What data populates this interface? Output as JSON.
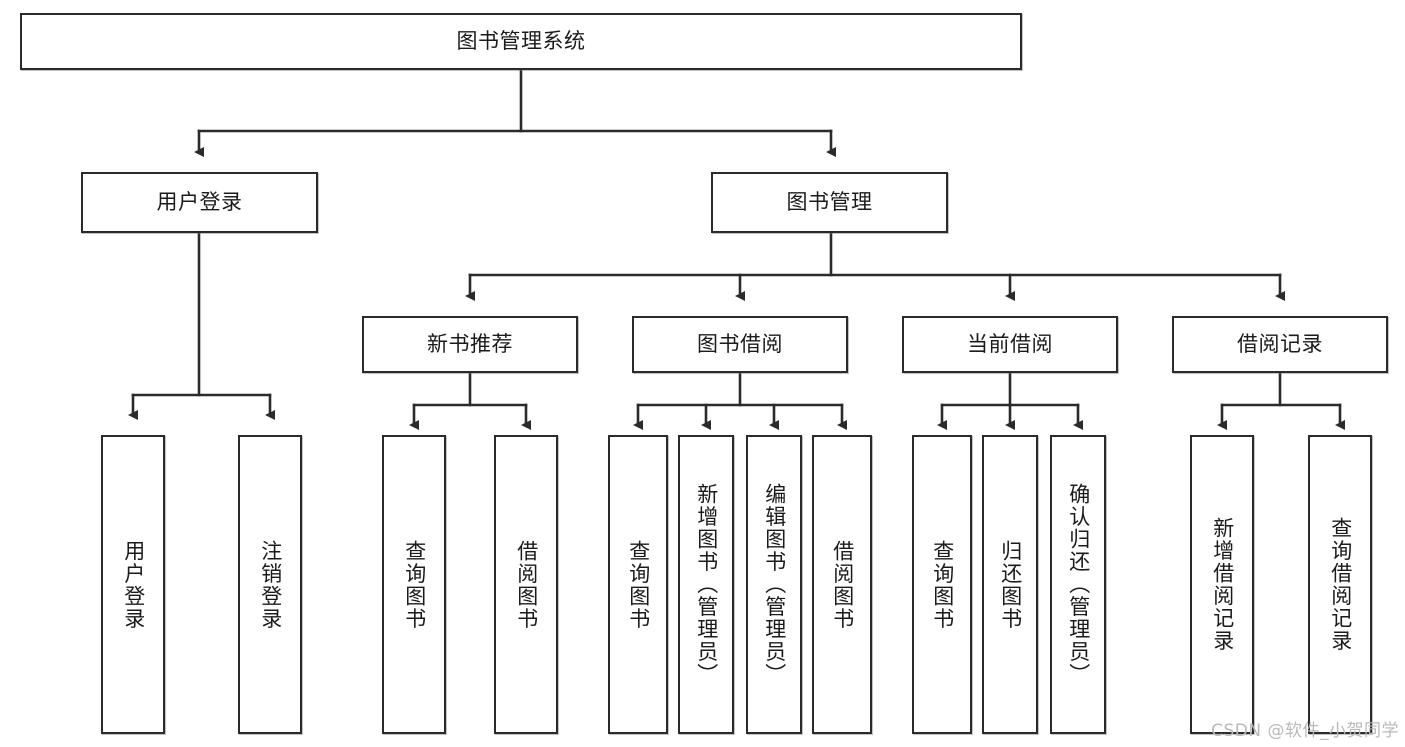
{
  "diagram": {
    "title": "图书管理系统",
    "type": "tree",
    "watermark": "CSDN @软件_小贺同学",
    "colors": {
      "stroke": "#2b2b2b",
      "fill": "#ffffff",
      "text": "#1b1b1b",
      "watermark": "#b9b9b9"
    },
    "nodes": {
      "root": {
        "label": "图书管理系统",
        "orientation": "horizontal"
      },
      "level1": [
        {
          "id": "user-login",
          "label": "用户登录",
          "orientation": "horizontal"
        },
        {
          "id": "book-manage",
          "label": "图书管理",
          "orientation": "horizontal"
        }
      ],
      "level2": [
        {
          "id": "new-book-recommend",
          "label": "新书推荐",
          "orientation": "horizontal"
        },
        {
          "id": "book-borrow",
          "label": "图书借阅",
          "orientation": "horizontal"
        },
        {
          "id": "current-borrow",
          "label": "当前借阅",
          "orientation": "horizontal"
        },
        {
          "id": "borrow-record",
          "label": "借阅记录",
          "orientation": "horizontal"
        }
      ],
      "leaves": {
        "user-login": [
          {
            "id": "leaf-user-login",
            "label": "用户登录",
            "orientation": "vertical"
          },
          {
            "id": "leaf-logout",
            "label": "注销登录",
            "orientation": "vertical"
          }
        ],
        "new-book-recommend": [
          {
            "id": "leaf-query-book-1",
            "label": "查询图书",
            "orientation": "vertical"
          },
          {
            "id": "leaf-borrow-book-1",
            "label": "借阅图书",
            "orientation": "vertical"
          }
        ],
        "book-borrow": [
          {
            "id": "leaf-query-book-2",
            "label": "查询图书",
            "orientation": "vertical"
          },
          {
            "id": "leaf-add-book",
            "label": "新增图书（管理员）",
            "orientation": "vertical"
          },
          {
            "id": "leaf-edit-book",
            "label": "编辑图书（管理员）",
            "orientation": "vertical"
          },
          {
            "id": "leaf-borrow-book-2",
            "label": "借阅图书",
            "orientation": "vertical"
          }
        ],
        "current-borrow": [
          {
            "id": "leaf-query-book-3",
            "label": "查询图书",
            "orientation": "vertical"
          },
          {
            "id": "leaf-return-book",
            "label": "归还图书",
            "orientation": "vertical"
          },
          {
            "id": "leaf-confirm-return",
            "label": "确认归还（管理员）",
            "orientation": "vertical"
          }
        ],
        "borrow-record": [
          {
            "id": "leaf-add-record",
            "label": "新增借阅记录",
            "orientation": "vertical"
          },
          {
            "id": "leaf-query-record",
            "label": "查询借阅记录",
            "orientation": "vertical"
          }
        ]
      }
    }
  }
}
